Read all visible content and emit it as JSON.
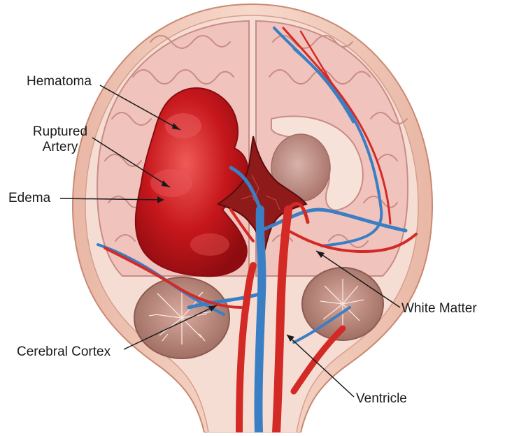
{
  "labels": {
    "hematoma": "Hematoma",
    "ruptured_artery_line1": "Ruptured",
    "ruptured_artery_line2": "Artery",
    "edema": "Edema",
    "white_matter": "White Matter",
    "cerebral_cortex": "Cerebral Cortex",
    "ventricle": "Ventricle"
  },
  "colors": {
    "skull": "#f2c9b8",
    "skull_outline": "#c98a74",
    "brain_tissue": "#f1c3bd",
    "gyri_line": "#c98c86",
    "hematoma": "#c6171c",
    "hematoma_highlight": "#e4484a",
    "artery": "#d42a26",
    "vein": "#3a7fc4",
    "cerebellum": "#b8857a",
    "ventricle": "#c4978f"
  }
}
